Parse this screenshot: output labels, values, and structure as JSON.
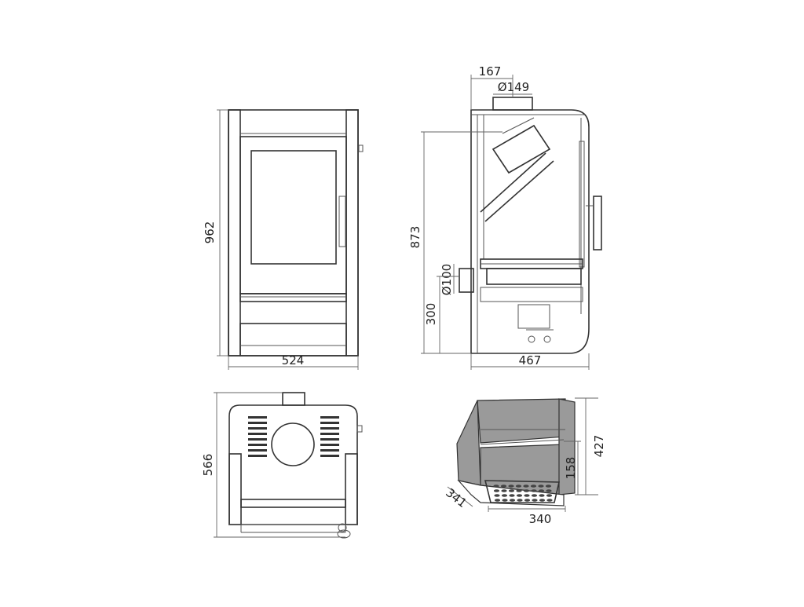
{
  "diagram": {
    "front_view": {
      "height_label": "962",
      "width_label": "524"
    },
    "side_view": {
      "flue_offset_label": "167",
      "flue_diameter_label": "Ø149",
      "flue_height_label": "873",
      "air_inlet_diameter_label": "Ø100",
      "air_inlet_height_label": "300",
      "depth_label": "467"
    },
    "top_view": {
      "depth_label": "566"
    },
    "firebox_view": {
      "height_label": "427",
      "lower_height_label": "158",
      "depth_label": "341",
      "width_label": "340"
    }
  },
  "colors": {
    "line": "#333333",
    "panel_fill": "#9a9a9a",
    "glass_fill": "#ffffff"
  }
}
